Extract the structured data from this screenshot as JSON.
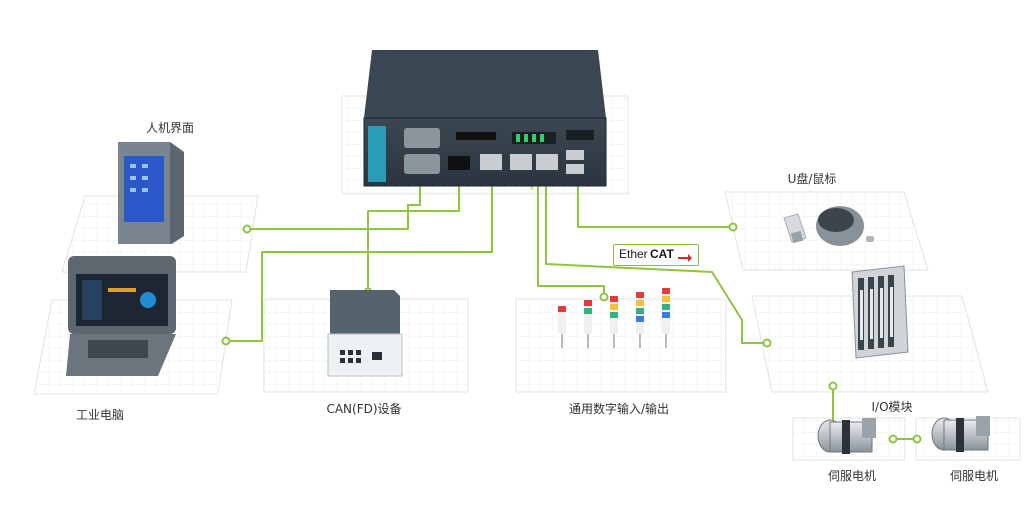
{
  "labels": {
    "hmi": "人机界面",
    "industrial_pc": "工业电脑",
    "can_device": "CAN(FD)设备",
    "digital_io": "通用数字输入/输出",
    "usb_mouse": "U盘/鼠标",
    "io_module": "I/O模块",
    "servo_1": "伺服电机",
    "servo_2": "伺服电机"
  },
  "ethercat": {
    "ether": "Ether",
    "cat": "CAT"
  },
  "colors": {
    "link_line": "#8cc63f",
    "link_line_light": "#c8ea6a",
    "controller_body": "#2f3a45",
    "tile": "#f2f3f4",
    "tile_border": "#e1e3e5"
  },
  "icons": [
    "controller-box",
    "hmi-panel",
    "laptop",
    "can-interface",
    "signal-tower",
    "usb-drive",
    "mouse",
    "io-terminal",
    "servo-motor"
  ]
}
